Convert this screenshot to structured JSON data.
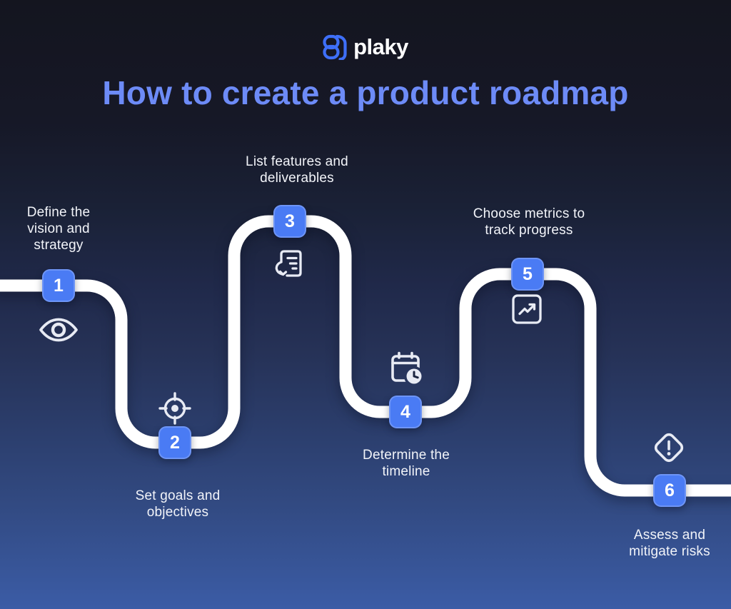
{
  "logo": {
    "word": "plaky",
    "icon": "plaky-logo-icon",
    "icon_color": "#3e6ff7",
    "word_color": "#ffffff"
  },
  "title": {
    "text": "How to create a product roadmap",
    "color": "#6d8bf7"
  },
  "road": {
    "color": "#ffffff"
  },
  "badge_color": "#4a7bf4",
  "icon_color": "#e8ebf4",
  "steps": [
    {
      "number": "1",
      "icon": "eye-icon",
      "lines": [
        "Define the",
        "vision and",
        "strategy"
      ]
    },
    {
      "number": "2",
      "icon": "target-icon",
      "lines": [
        "Set goals and",
        "objectives"
      ]
    },
    {
      "number": "3",
      "icon": "backlog-list-icon",
      "lines": [
        "List features and",
        "deliverables"
      ]
    },
    {
      "number": "4",
      "icon": "calendar-clock-icon",
      "lines": [
        "Determine the",
        "timeline"
      ]
    },
    {
      "number": "5",
      "icon": "trend-up-icon",
      "lines": [
        "Choose metrics to",
        "track progress"
      ]
    },
    {
      "number": "6",
      "icon": "warning-diamond-icon",
      "lines": [
        "Assess and",
        "mitigate risks"
      ]
    }
  ]
}
